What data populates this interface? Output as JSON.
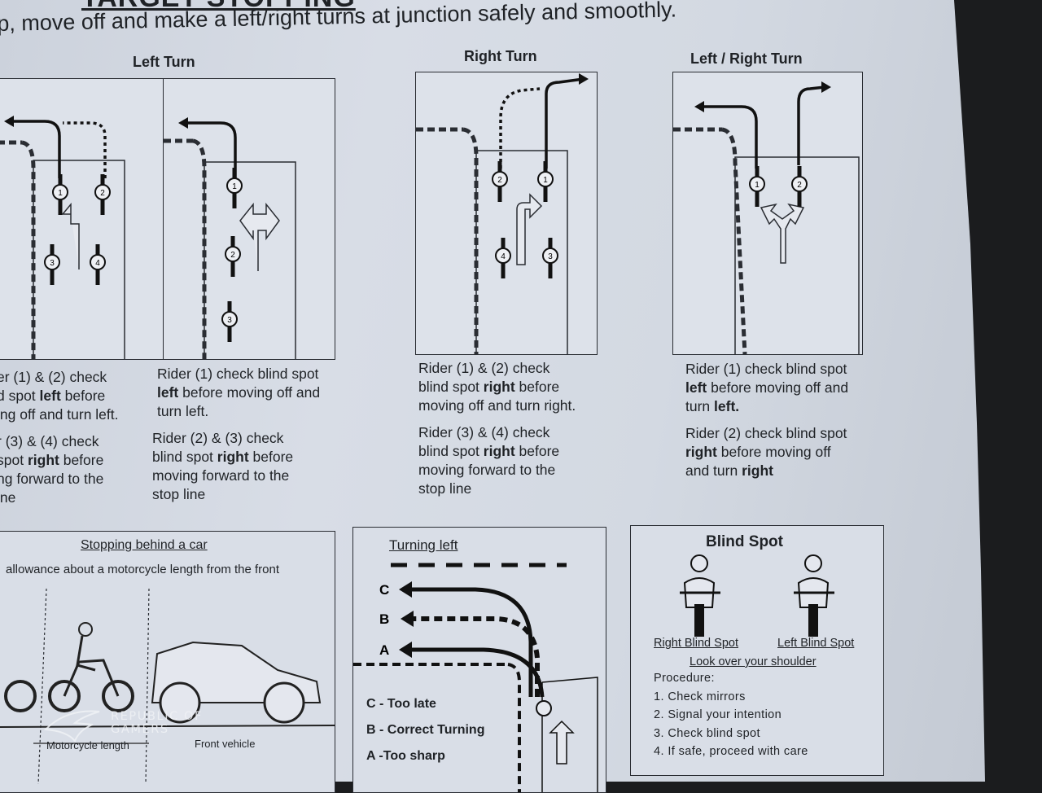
{
  "page": {
    "heading": "TARGET STOPPING",
    "intro": "p, move off and make a left/right turns at junction safely and smoothly."
  },
  "sections": {
    "left_turn": {
      "title": "Left Turn",
      "col1": {
        "p1_a": "er (1) & (2) check",
        "p1_b": "d spot ",
        "p1_bold": "left",
        "p1_c": " before",
        "p1_d": "ing off and turn left.",
        "p2_a": "r (3) & (4) check",
        "p2_b": " spot ",
        "p2_bold": "right",
        "p2_c": " before",
        "p2_d": "ng forward to the",
        "p2_e": "ine"
      },
      "col2": {
        "p1_a": "Rider (1) check blind spot",
        "p1_bold": "left",
        "p1_b": " before moving off and",
        "p1_c": "turn left.",
        "p2_a": "Rider (2) & (3) check",
        "p2_b": "blind spot ",
        "p2_bold": "right",
        "p2_c": " before",
        "p2_d": "moving forward to the",
        "p2_e": "stop line"
      }
    },
    "right_turn": {
      "title": "Right Turn",
      "p1_a": "Rider (1) & (2) check",
      "p1_b": "blind spot ",
      "p1_bold": "right",
      "p1_c": " before",
      "p1_d": "moving off and turn right.",
      "p2_a": "Rider (3) & (4) check",
      "p2_b": "blind spot ",
      "p2_bold": "right",
      "p2_c": " before",
      "p2_d": "moving forward to the",
      "p2_e": "stop line"
    },
    "left_right_turn": {
      "title": "Left / Right Turn",
      "p1_a": "Rider (1) check blind spot",
      "p1_bold1": "left",
      "p1_b": " before moving off and",
      "p1_c": "turn ",
      "p1_bold2": "left.",
      "p2_a": "Rider (2) check blind spot",
      "p2_bold1": "right",
      "p2_b": " before moving off",
      "p2_c": "and turn ",
      "p2_bold2": "right"
    }
  },
  "rider_numbers": [
    "1",
    "2",
    "3",
    "4"
  ],
  "stopping_box": {
    "title": "Stopping behind a car",
    "text": "allowance about a motorcycle length from the front",
    "label_motorcycle": "Motorcycle length",
    "label_front": "Front vehicle"
  },
  "turning_box": {
    "title": "Turning left",
    "letters": [
      "C",
      "B",
      "A"
    ],
    "legend": [
      "C - Too late",
      "B - Correct Turning",
      "A -Too sharp"
    ]
  },
  "blind_box": {
    "title": "Blind Spot",
    "label_right": "Right Blind Spot",
    "label_left": "Left Blind Spot",
    "subtitle": "Look over your shoulder",
    "procedure_label": "Procedure:",
    "steps": [
      "1. Check mirrors",
      "2. Signal your intention",
      "3. Check blind spot",
      "4. If safe, proceed with care"
    ]
  },
  "watermark": {
    "line1": "REPUBLIC OF",
    "line2": "GAMERS"
  }
}
